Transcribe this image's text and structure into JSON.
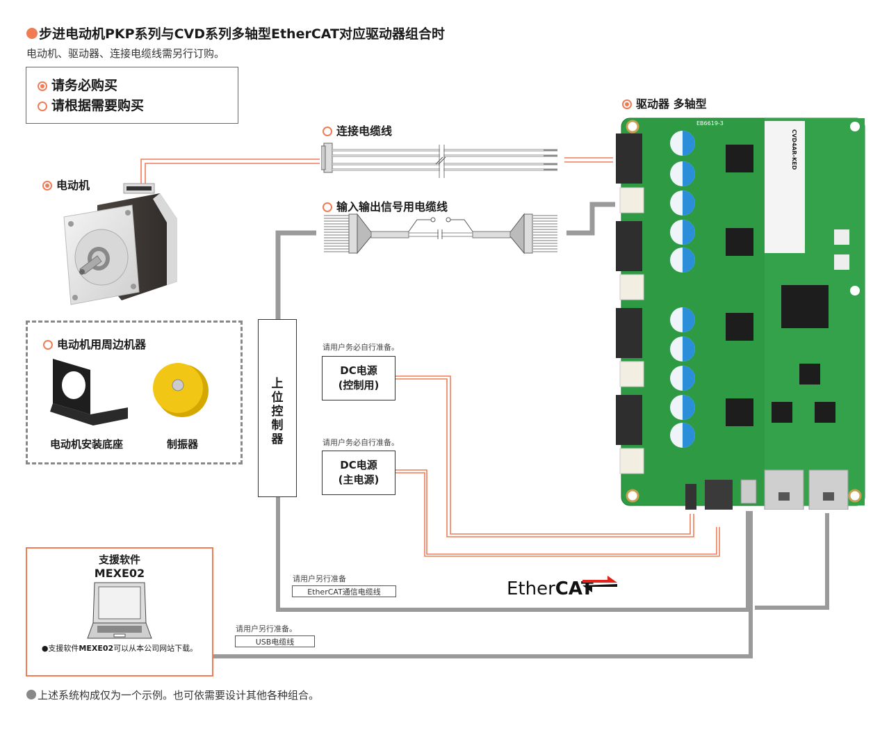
{
  "header": {
    "title": "步进电动机PKP系列与CVD系列多轴型EtherCAT对应驱动器组合时",
    "subtitle": "电动机、驱动器、连接电缆线需另行订购。"
  },
  "legend": {
    "required": "请务必购买",
    "optional": "请根据需要购买"
  },
  "components": {
    "motor": {
      "label": "电动机",
      "mark": "required"
    },
    "driver": {
      "label": "驱动器 多轴型",
      "mark": "required",
      "board_id": "EB6619-3",
      "model": "CVD4AR-KED"
    },
    "connection_cable": {
      "label": "连接电缆线",
      "mark": "optional"
    },
    "io_cable": {
      "label": "输入输出信号用电缆线",
      "mark": "optional"
    },
    "peripherals": {
      "label": "电动机用周边机器",
      "mark": "optional",
      "items": [
        {
          "label": "电动机安装底座"
        },
        {
          "label": "制振器"
        }
      ]
    },
    "host_controller": {
      "label": "上位控制器"
    },
    "dc_control": {
      "note": "请用户务必自行准备。",
      "line1": "DC电源",
      "line2": "(控制用)"
    },
    "dc_main": {
      "note": "请用户务必自行准备。",
      "line1": "DC电源",
      "line2": "(主电源)"
    },
    "software": {
      "line1": "支援软件",
      "line2": "MEXE02",
      "note_prefix": "●支援软件",
      "note_bold": "MEXE02",
      "note_suffix": "可以从本公司网站下载。"
    },
    "ethercat_cable": {
      "note": "请用户另行准备",
      "label": "EtherCAT通信电缆线"
    },
    "usb_cable": {
      "note": "请用户另行准备。",
      "label": "USB电缆线"
    },
    "ethercat_logo": {
      "plain": "Ether",
      "bold": "CAT"
    }
  },
  "footer": {
    "note": "上述系统构成仅为一个示例。也可依需要设计其他各种组合。"
  },
  "colors": {
    "accent": "#f07c56",
    "line_gray": "#9a9a9a",
    "pcb_green": "#2f9a44",
    "ethercat_red": "#e2231a"
  }
}
